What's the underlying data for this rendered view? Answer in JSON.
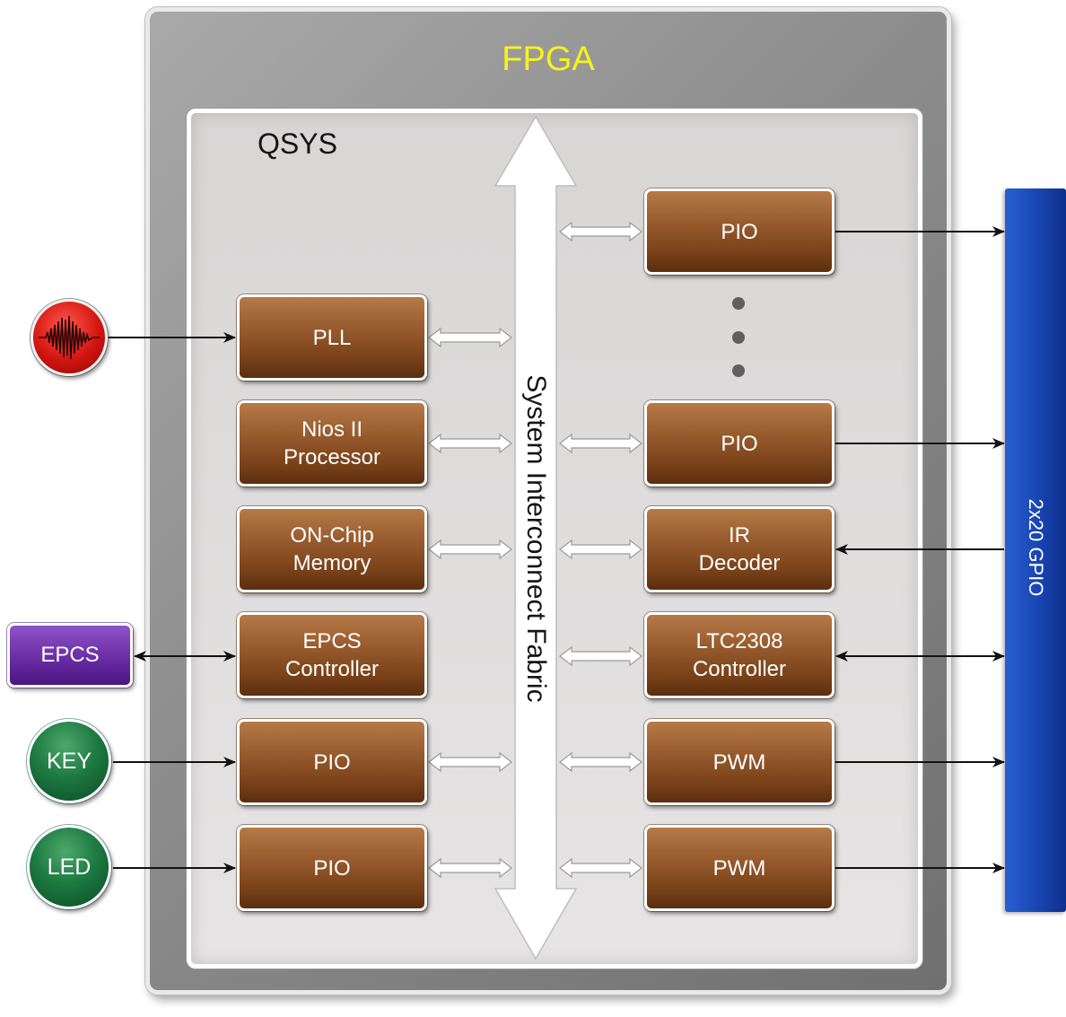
{
  "fpga": {
    "label": "FPGA"
  },
  "qsys": {
    "label": "QSYS"
  },
  "bus": {
    "label": "System Interconnect Fabric"
  },
  "gpio": {
    "label": "2x20 GPIO"
  },
  "external": {
    "epcs": "EPCS",
    "key": "KEY",
    "led": "LED"
  },
  "left_blocks": [
    "PLL",
    "Nios II\nProcessor",
    "ON-Chip\nMemory",
    "EPCS\nController",
    "PIO",
    "PIO"
  ],
  "right_blocks": [
    "PIO",
    "PIO",
    "IR\nDecoder",
    "LTC2308\nController",
    "PWM",
    "PWM"
  ],
  "colors": {
    "fpga_title": "#f7f21a",
    "block": "#8a4f22",
    "gpio_bar": "#1a47b6",
    "epcs": "#6a2da5",
    "key_led": "#1d7a41",
    "clock": "#d41410"
  }
}
